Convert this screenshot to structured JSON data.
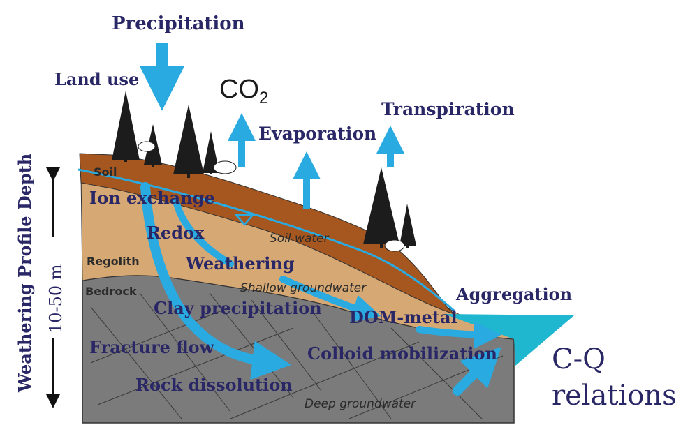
{
  "diagram": {
    "labels": {
      "precipitation": "Precipitation",
      "land_use": "Land use",
      "co2_main": "CO",
      "co2_sub": "2",
      "evaporation": "Evaporation",
      "transpiration": "Transpiration",
      "soil": "Soil",
      "ion_exchange": "Ion exchange",
      "redox": "Redox",
      "soil_water": "Soil water",
      "regolith": "Regolith",
      "weathering": "Weathering",
      "bedrock": "Bedrock",
      "shallow_groundwater": "Shallow groundwater",
      "aggregation": "Aggregation",
      "clay_precipitation": "Clay precipitation",
      "dom_metal": "DOM-metal",
      "fracture_flow": "Fracture flow",
      "colloid_mobilization": "Colloid mobilization",
      "cq_line1": "C-Q",
      "cq_line2": "relations",
      "rock_dissolution": "Rock dissolution",
      "deep_groundwater": "Deep groundwater",
      "profile_title": "Weathering Profile Depth",
      "profile_range": "10-50 m"
    },
    "colors": {
      "label_text": "#2a2766",
      "arrow_blue": "#29abe2",
      "soil_layer": "#a0561f",
      "regolith_layer": "#d9a877",
      "bedrock_layer": "#7a7a7a",
      "stream": "#1fb6d0"
    }
  }
}
